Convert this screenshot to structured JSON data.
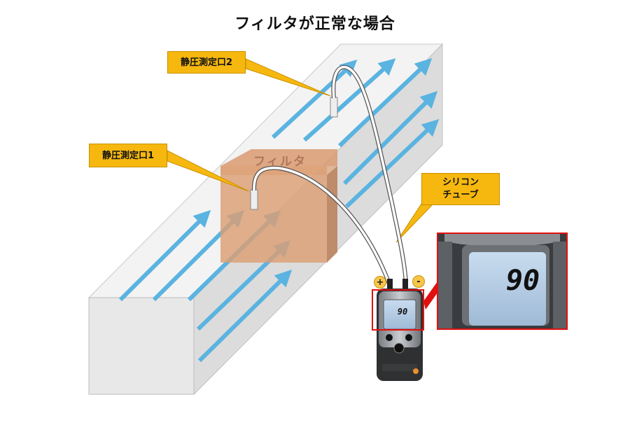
{
  "title": "フィルタが正常な場合",
  "labels": {
    "static_port_1": "静圧測定口1",
    "static_port_2": "静圧測定口2",
    "tube_line1": "シリコン",
    "tube_line2": "チューブ",
    "filter": "フィルタ"
  },
  "manometer": {
    "plus_port": "+",
    "minus_port": "-",
    "reading": "90"
  },
  "colors": {
    "callout": "#f6b80f",
    "arrow": "#5ab3e0",
    "filter": "#d99a70",
    "highlight_frame": "#e01010"
  }
}
